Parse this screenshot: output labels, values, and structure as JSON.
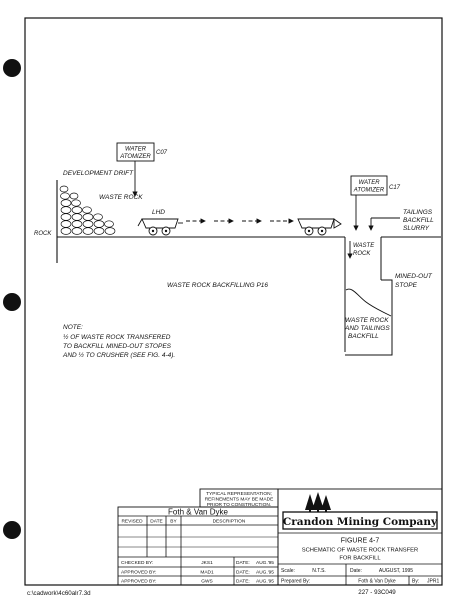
{
  "colors": {
    "ink": "#111111",
    "paper": "#ffffff"
  },
  "labels": {
    "development_drift": "DEVELOPMENT DRIFT",
    "waste_rock": "WASTE ROCK",
    "rock": "ROCK",
    "lhd": "LHD",
    "atomizer_left": {
      "line1": "WATER",
      "line2": "ATOMIZER",
      "code": "C07"
    },
    "atomizer_right": {
      "line1": "WATER",
      "line2": "ATOMIZER",
      "code": "C17"
    },
    "tailings": [
      "TAILINGS",
      "BACKFILL",
      "SLURRY"
    ],
    "waste_rock_drop": [
      "WASTE",
      "ROCK"
    ],
    "mined_out_stope": [
      "MINED-OUT",
      "STOPE"
    ],
    "stope_fill": [
      "WASTE ROCK",
      "AND TAILINGS",
      "BACKFILL"
    ],
    "waste_rock_backfilling": "WASTE ROCK BACKFILLING P16"
  },
  "note": {
    "title": "NOTE:",
    "line1": "½ OF WASTE ROCK TRANSFERED",
    "line2": "TO BACKFILL MINED-OUT STOPES",
    "line3": "AND ½ TO CRUSHER (SEE FIG. 4-4)."
  },
  "title_block": {
    "typical_note": [
      "TYPICAL REPRESENTATION;",
      "REFINEMENTS MAY BE MADE",
      "PRIOR TO CONSTRUCTION."
    ],
    "firm": "Foth & Van Dyke",
    "revision_headers": [
      "REVISED",
      "DATE",
      "BY",
      "DESCRIPTION"
    ],
    "company": "Crandon Mining Company",
    "figure": "FIGURE 4-7",
    "title_line1": "SCHEMATIC OF WASTE ROCK TRANSFER",
    "title_line2": "FOR BACKFILL",
    "checked_by": {
      "label": "CHECKED BY:",
      "initials": "JKS1",
      "date_label": "DATE:",
      "date": "AUG.'95"
    },
    "approved_by_1": {
      "label": "APPROVED BY:",
      "initials": "MAD1",
      "date_label": "DATE:",
      "date": "AUG.'95"
    },
    "approved_by_2": {
      "label": "APPROVED BY:",
      "initials": "GWS",
      "date_label": "DATE:",
      "date": "AUG.'95"
    },
    "scale_label": "Scale:",
    "scale": "N.T.S.",
    "date_label": "Date:",
    "date": "AUGUST, 1995",
    "prepared_label": "Prepared By:",
    "prepared_by": "Foth & Van Dyke",
    "by_label": "By:",
    "by": "JPR1"
  },
  "footer": {
    "path": "c:\\cadwork\\4c60alr7.3d",
    "sheet_number": "227 - 93C049"
  }
}
